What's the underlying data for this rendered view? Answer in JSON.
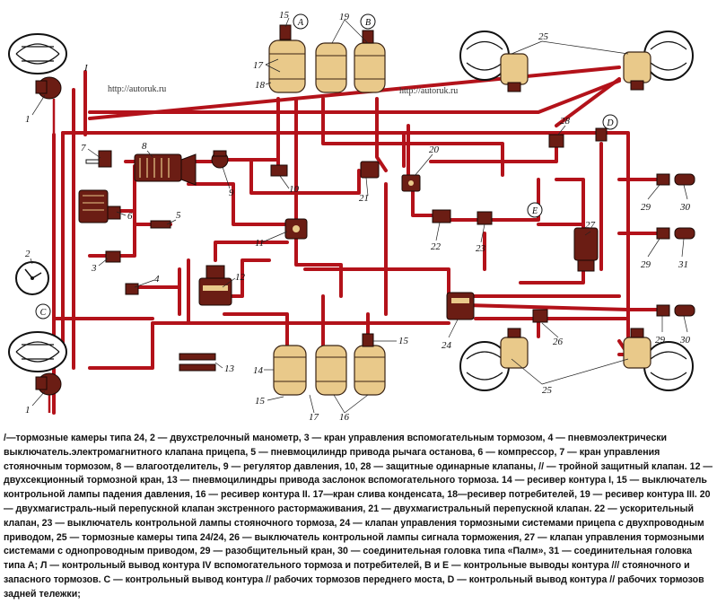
{
  "urls": [
    "http://autoruk.ru",
    "http://autoruk.ru"
  ],
  "circle_labels": [
    "A",
    "B",
    "C",
    "D",
    "E"
  ],
  "roman_label": "I",
  "numbers": {
    "n1a": "1",
    "n1b": "1",
    "n2": "2",
    "n3": "3",
    "n4": "4",
    "n5": "5",
    "n6": "6",
    "n7": "7",
    "n8": "8",
    "n9": "9",
    "n10": "10",
    "n11": "11",
    "n12": "12",
    "n13": "13",
    "n14": "14",
    "n15a": "15",
    "n15b": "15",
    "n15c": "15",
    "n16": "16",
    "n17a": "17",
    "n17b": "17",
    "n18": "18",
    "n19": "19",
    "n20": "20",
    "n21": "21",
    "n22": "22",
    "n23": "23",
    "n24": "24",
    "n25a": "25",
    "n25b": "25",
    "n26": "26",
    "n27": "27",
    "n28": "28",
    "n29a": "29",
    "n29b": "29",
    "n29c": "29",
    "n30a": "30",
    "n30b": "30",
    "n31": "31"
  },
  "caption": "/—тормозные камеры типа 24, 2 — двухстрелочный манометр, 3 — кран управления вспомогательным тормозом, 4 — пневмоэлектрически выключатель.электромагнитного клапана прицепа, 5 — пневмоцилиндр привода рычага останова, 6 — компрессор, 7 — кран управления стояночным тормозом, 8 — влагоотделитель, 9 — регулятор давления, 10, 28 — защитные одинарные клапаны, // — тройной защитный клапан. 12 — двухсекционный тормозной кран, 13 — пневмоцилиндры привода заслонок вспомогательного тормоза. 14 — ресивер контура I, 15 — выключатель контрольной лампы падения давления, 16 — ресивер контура II. 17—кран слива конденсата, 18—ресивер потребителей, 19 — ресивер контура III. 20 — двухмагистраль-ный перепускной клапан экстренного растормаживания, 21 — двухмагистральный перепускной клапан. 22 — ускорительный клапан, 23 — выключатель контрольной лампы стояночного тормоза, 24 — клапан управления тормозными системами прицепа с двухпроводным приводом, 25 — тормозные камеры типа 24/24, 26 — выключатель контрольной лампы сигнала торможения, 27 — клапан управления тормозными системами с однопроводным приводом, 29 — разобщительный кран, 30 — соединительная головка типа «Палм», 31 — соединительная головка типа А; Л — контрольный вывод контура IV вспомогательного тормоза и потребителей, В и Е — контрольные выводы контура /// стояночного и запасного тормозов. С — контрольный вывод контура // рабочих тормозов переднего моста, D — контрольный вывод контура // рабочих тормозов задней тележки;"
}
